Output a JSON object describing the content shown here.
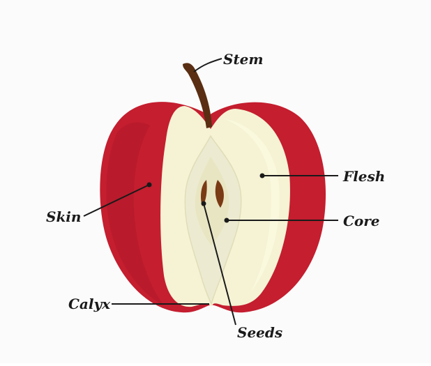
{
  "diagram": {
    "labels": {
      "stem": "Stem",
      "flesh": "Flesh",
      "core": "Core",
      "skin": "Skin",
      "calyx": "Calyx",
      "seeds": "Seeds"
    },
    "colors": {
      "skin": "#c41e2f",
      "skin_shadow": "#a81a28",
      "flesh": "#f5f3d4",
      "flesh_light": "#fbfadf",
      "core": "#eceac8",
      "stem": "#5a2e12",
      "seed": "#7a3a14",
      "line": "#1a1a1a"
    }
  }
}
